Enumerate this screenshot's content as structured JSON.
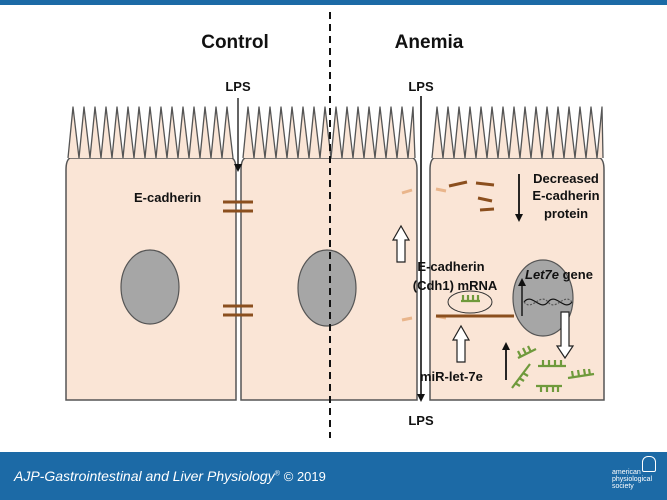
{
  "panels": {
    "control": "Control",
    "anemia": "Anemia"
  },
  "lps": {
    "control": "LPS",
    "anemia_top": "LPS",
    "anemia_bottom": "LPS"
  },
  "labels": {
    "ecadherin": "E-cadherin",
    "decreased_line1": "Decreased",
    "decreased_line2": "E-cadherin",
    "decreased_line3": "protein",
    "mrna_line1": "E-cadherin",
    "mrna_line2": "(Cdh1) mRNA",
    "gene_italic": "Let7e",
    "gene_rest": " gene",
    "mir": "miR-let-7e"
  },
  "colors": {
    "cell_fill": "#fae5d6",
    "nucleus": "#a6a6a6",
    "cadherin": "#8b4f1e",
    "cadherin_faded": "#e9b58b",
    "mirna": "#6f9a3c",
    "brand_blue": "#1c6aa6"
  },
  "footer": {
    "journal": "AJP-Gastrointestinal and Liver Physiology",
    "reg": "®",
    "copyright": "© 2019",
    "logo_line1": "american",
    "logo_line2": "physiological",
    "logo_line3": "society"
  }
}
